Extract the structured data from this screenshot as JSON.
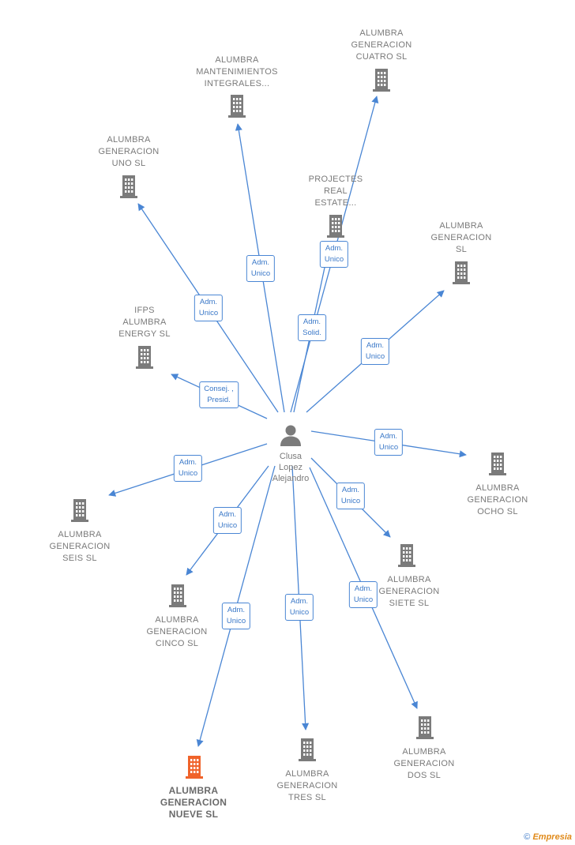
{
  "center": {
    "name": "Clusa\nLopez\nAlejandro",
    "icon": "person-icon"
  },
  "companies": [
    {
      "id": "cuatro",
      "label": "ALUMBRA\nGENERACION\nCUATRO  SL",
      "icon": "building-icon"
    },
    {
      "id": "mantenimientos",
      "label": "ALUMBRA\nMANTENIMIENTOS\nINTEGRALES...",
      "icon": "building-icon"
    },
    {
      "id": "uno",
      "label": "ALUMBRA\nGENERACION\nUNO  SL",
      "icon": "building-icon"
    },
    {
      "id": "projectes",
      "label": "PROJECTES\nREAL\nESTATE...",
      "icon": "building-icon"
    },
    {
      "id": "generacion",
      "label": "ALUMBRA\nGENERACION\nSL",
      "icon": "building-icon"
    },
    {
      "id": "ifps",
      "label": "IFPS\nALUMBRA\nENERGY  SL",
      "icon": "building-icon"
    },
    {
      "id": "ocho",
      "label": "ALUMBRA\nGENERACION\nOCHO  SL",
      "icon": "building-icon"
    },
    {
      "id": "seis",
      "label": "ALUMBRA\nGENERACION\nSEIS  SL",
      "icon": "building-icon"
    },
    {
      "id": "siete",
      "label": "ALUMBRA\nGENERACION\nSIETE  SL",
      "icon": "building-icon"
    },
    {
      "id": "cinco",
      "label": "ALUMBRA\nGENERACION\nCINCO  SL",
      "icon": "building-icon"
    },
    {
      "id": "nueve",
      "label": "ALUMBRA\nGENERACION\nNUEVE  SL",
      "icon": "building-icon",
      "highlight": true
    },
    {
      "id": "tres",
      "label": "ALUMBRA\nGENERACION\nTRES  SL",
      "icon": "building-icon"
    },
    {
      "id": "dos",
      "label": "ALUMBRA\nGENERACION\nDOS  SL",
      "icon": "building-icon"
    }
  ],
  "edges": [
    {
      "to": "cuatro",
      "label": "Adm.\nUnico"
    },
    {
      "to": "mantenimientos",
      "label": "Adm.\nUnico"
    },
    {
      "to": "uno",
      "label": "Adm.\nUnico"
    },
    {
      "to": "projectes",
      "label": "Adm.\nSolid."
    },
    {
      "to": "generacion",
      "label": "Adm.\nUnico"
    },
    {
      "to": "ifps",
      "label": "Consej. ,\nPresid."
    },
    {
      "to": "ocho",
      "label": "Adm.\nUnico"
    },
    {
      "to": "seis",
      "label": "Adm.\nUnico"
    },
    {
      "to": "siete",
      "label": "Adm.\nUnico"
    },
    {
      "to": "cinco",
      "label": "Adm.\nUnico"
    },
    {
      "to": "nueve",
      "label": "Adm.\nUnico"
    },
    {
      "to": "tres",
      "label": "Adm.\nUnico"
    },
    {
      "to": "dos",
      "label": "Adm.\nUnico"
    }
  ],
  "colors": {
    "edge": "#4a86d4",
    "building": "#7b7b7b",
    "highlight": "#f0632a",
    "person": "#7b7b7b"
  },
  "footer": {
    "copyright": "©",
    "brand": "Empresia"
  }
}
